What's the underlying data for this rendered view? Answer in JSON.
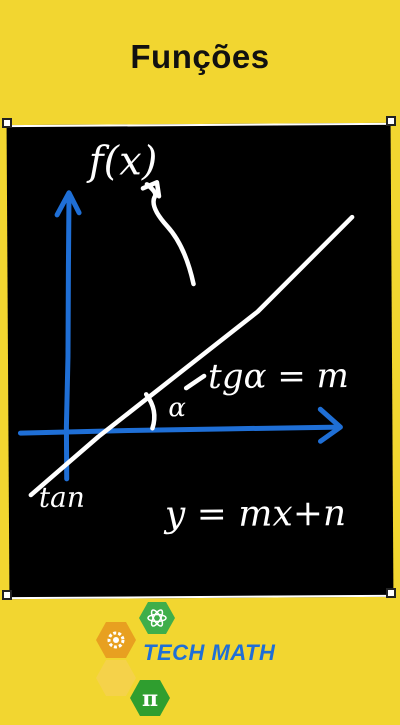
{
  "header": {
    "title": "Funções"
  },
  "board": {
    "fx_label": "f(x)",
    "alpha_label": "α",
    "tan_label": "tgα = m",
    "intercept_label": "tan",
    "equation": "y = mx+n"
  },
  "brand": {
    "name": "TECH MATH",
    "pi_symbol": "π",
    "colors": {
      "accent": "#1f6fd6",
      "hex_orange": "#e8a020",
      "hex_green": "#2f9e2f",
      "hex_light": "#f5d24a"
    }
  },
  "colors": {
    "background": "#f2d630",
    "board": "#000000",
    "axis": "#1f6fd6",
    "ink": "#ffffff"
  }
}
